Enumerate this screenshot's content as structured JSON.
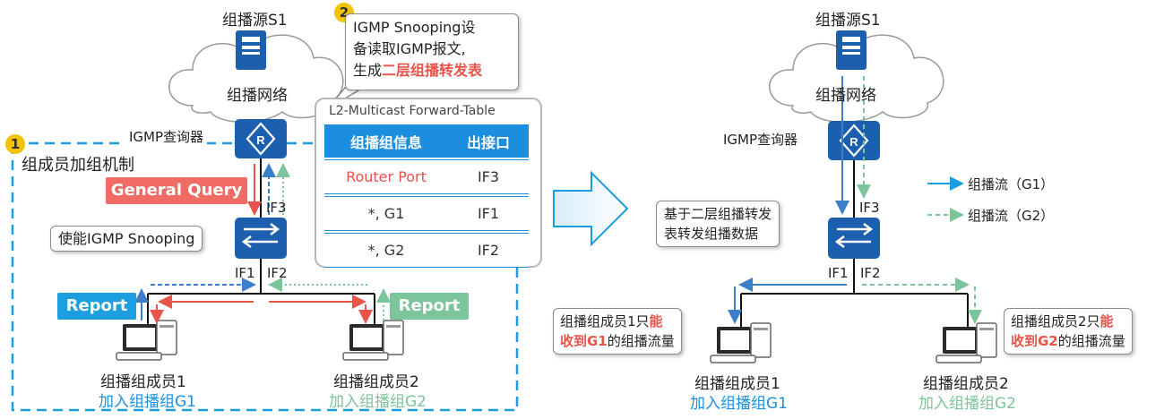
{
  "left": {
    "source": "组播源S1",
    "network": "组播网络",
    "querier": "IGMP查询器",
    "area_title": "组成员加组机制",
    "step1": "1",
    "general_query": "General Query",
    "enable_snooping": "使能IGMP Snooping",
    "port_if3": "IF3",
    "port_if1": "IF1",
    "port_if2": "IF2",
    "report1": "Report",
    "report2": "Report",
    "member1": "组播组成员1",
    "member1_join": "加入组播组G1",
    "member2": "组播组成员2",
    "member2_join": "加入组播组G2"
  },
  "step2": {
    "num": "2",
    "line1": "IGMP Snooping设",
    "line2": "备读取IGMP报文,",
    "line3_prefix": "生成",
    "line3_highlight": "二层组播转发表"
  },
  "table": {
    "title": "L2-Multicast Forward-Table",
    "headers": [
      "组播组信息",
      "出接口"
    ],
    "rows": [
      {
        "group": "Router Port",
        "port": "IF3"
      },
      {
        "group": "*,  G1",
        "port": "IF1"
      },
      {
        "group": "*,  G2",
        "port": "IF2"
      }
    ]
  },
  "right": {
    "source": "组播源S1",
    "network": "组播网络",
    "querier": "IGMP查询器",
    "forward_note_l1": "基于二层组播转发",
    "forward_note_l2": "表转发组播数据",
    "port_if3": "IF3",
    "port_if1": "IF1",
    "port_if2": "IF2",
    "legend_g1": "组播流（G1）",
    "legend_g2": "组播流（G2）",
    "m1_note_a": "组播组成员1只",
    "m1_note_b": "能",
    "m1_note_c": "收到G1",
    "m1_note_d": "的组播流量",
    "m2_note_a": "组播组成员2只",
    "m2_note_b": "能",
    "m2_note_c": "收到G2",
    "m2_note_d": "的组播流量",
    "member1": "组播组成员1",
    "member1_join": "加入组播组G1",
    "member2": "组播组成员2",
    "member2_join": "加入组播组G2"
  },
  "colors": {
    "blue": "#1a90e0",
    "device_blue": "#1b5fae",
    "red": "#e8534a",
    "green": "#7cc49a",
    "dash_blue": "#2f8fd8"
  }
}
